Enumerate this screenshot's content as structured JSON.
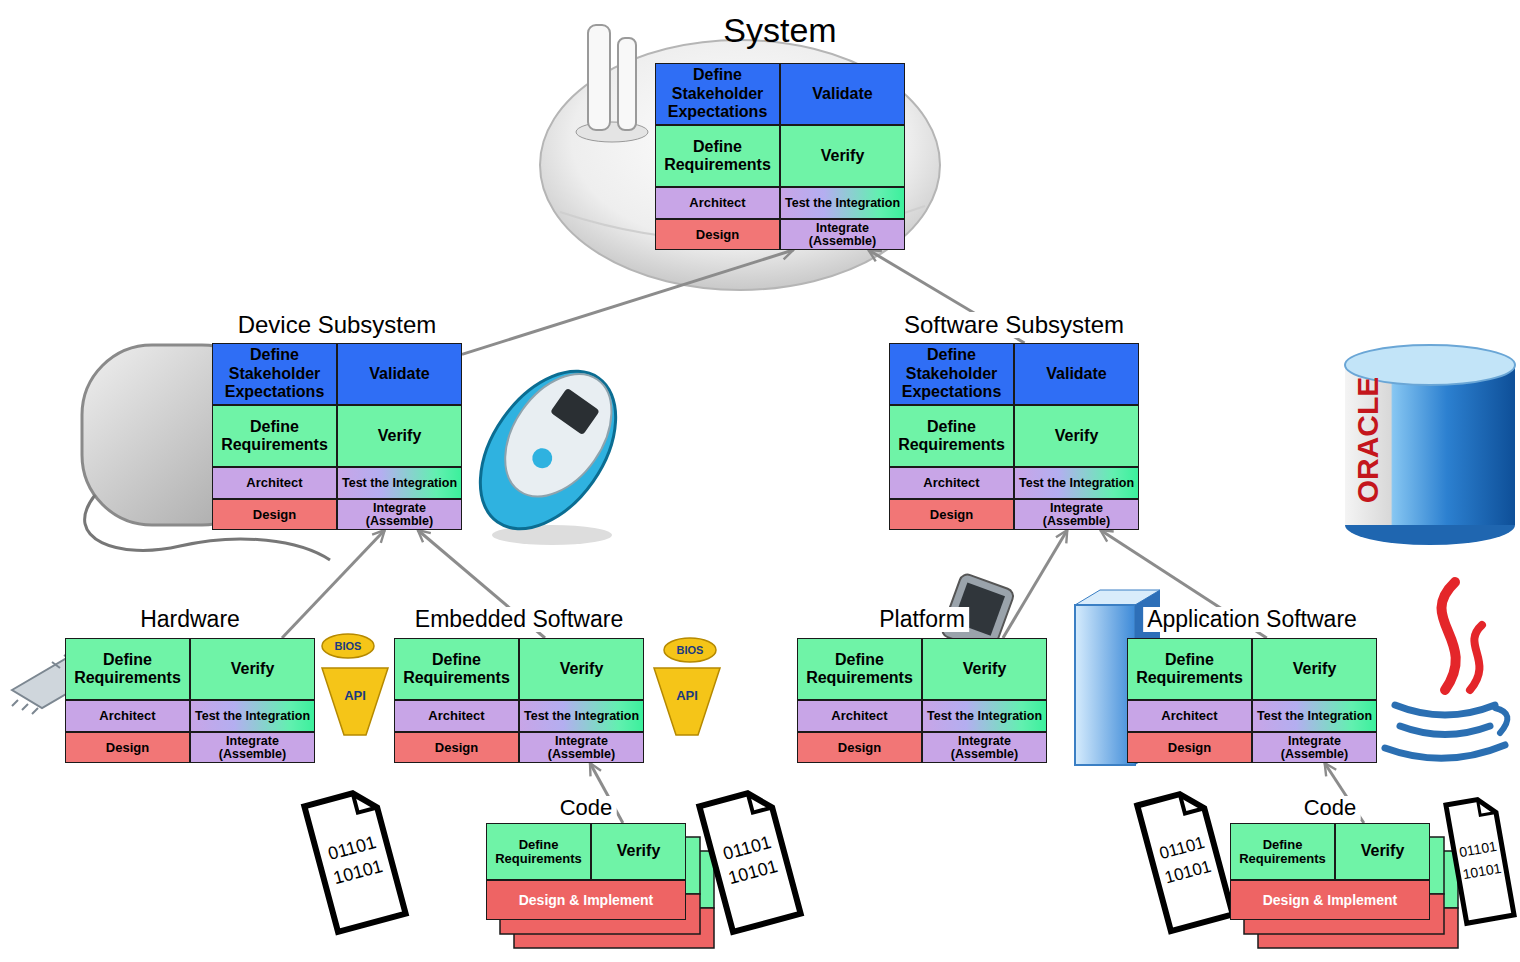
{
  "diagram": {
    "nodes": [
      {
        "text": [
          "System"
        ]
      },
      {
        "text": [
          "Define Stakeholder Expectations"
        ],
        "in": 0
      },
      {
        "text": [
          "Validate"
        ],
        "in": 0
      },
      {
        "text": [
          "Define Requirements"
        ],
        "in": 0
      },
      {
        "text": [
          "Verify"
        ],
        "in": 0
      },
      {
        "text": [
          "Architect"
        ],
        "in": 0
      },
      {
        "text": [
          "Test the Integration"
        ],
        "in": 0
      },
      {
        "text": [
          "Design"
        ],
        "in": 0
      },
      {
        "text": [
          "Integrate (Assemble)"
        ],
        "in": 0
      },
      {
        "text": [
          "Device Subsystem"
        ]
      },
      {
        "text": [
          "Define Stakeholder Expectations"
        ],
        "in": 9
      },
      {
        "text": [
          "Validate"
        ],
        "in": 9
      },
      {
        "text": [
          "Define Requirements"
        ],
        "in": 9
      },
      {
        "text": [
          "Verify"
        ],
        "in": 9
      },
      {
        "text": [
          "Architect"
        ],
        "in": 9
      },
      {
        "text": [
          "Test the Integration"
        ],
        "in": 9
      },
      {
        "text": [
          "Design"
        ],
        "in": 9
      },
      {
        "text": [
          "Integrate (Assemble)"
        ],
        "in": 9
      },
      {
        "text": [
          "Software Subsystem"
        ]
      },
      {
        "text": [
          "Define Stakeholder Expectations"
        ],
        "in": 18
      },
      {
        "text": [
          "Validate"
        ],
        "in": 18
      },
      {
        "text": [
          "Define Requirements"
        ],
        "in": 18
      },
      {
        "text": [
          "Verify"
        ],
        "in": 18
      },
      {
        "text": [
          "Architect"
        ],
        "in": 18
      },
      {
        "text": [
          "Test the Integration"
        ],
        "in": 18
      },
      {
        "text": [
          "Design"
        ],
        "in": 18
      },
      {
        "text": [
          "Integrate (Assemble)"
        ],
        "in": 18
      },
      {
        "text": [
          "Hardware"
        ]
      },
      {
        "text": [
          "Define Requirements"
        ],
        "in": 27
      },
      {
        "text": [
          "Verify"
        ],
        "in": 27
      },
      {
        "text": [
          "Architect"
        ],
        "in": 27
      },
      {
        "text": [
          "Test the Integration"
        ],
        "in": 27
      },
      {
        "text": [
          "Design"
        ],
        "in": 27
      },
      {
        "text": [
          "Integrate (Assemble)"
        ],
        "in": 27
      },
      {
        "text": [
          "Embedded Software"
        ]
      },
      {
        "text": [
          "Define Requirements"
        ],
        "in": 34
      },
      {
        "text": [
          "Verify"
        ],
        "in": 34
      },
      {
        "text": [
          "Architect"
        ],
        "in": 34
      },
      {
        "text": [
          "Test the Integration"
        ],
        "in": 34
      },
      {
        "text": [
          "Design"
        ],
        "in": 34
      },
      {
        "text": [
          "Integrate (Assemble)"
        ],
        "in": 34
      },
      {
        "text": [
          "Platform"
        ]
      },
      {
        "text": [
          "Define Requirements"
        ],
        "in": 41
      },
      {
        "text": [
          "Verify"
        ],
        "in": 41
      },
      {
        "text": [
          "Architect"
        ],
        "in": 41
      },
      {
        "text": [
          "Test the Integration"
        ],
        "in": 41
      },
      {
        "text": [
          "Design"
        ],
        "in": 41
      },
      {
        "text": [
          "Integrate (Assemble)"
        ],
        "in": 41
      },
      {
        "text": [
          "Application Software"
        ]
      },
      {
        "text": [
          "Define Requirements"
        ],
        "in": 48
      },
      {
        "text": [
          "Verify"
        ],
        "in": 48
      },
      {
        "text": [
          "Architect"
        ],
        "in": 48
      },
      {
        "text": [
          "Test the Integration"
        ],
        "in": 48
      },
      {
        "text": [
          "Design"
        ],
        "in": 48
      },
      {
        "text": [
          "Integrate (Assemble)"
        ],
        "in": 48
      },
      {
        "text": [
          "Code"
        ]
      },
      {
        "text": [
          "Define Requirements"
        ],
        "in": 55
      },
      {
        "text": [
          "Verify"
        ],
        "in": 55
      },
      {
        "text": [
          "Design & Implement"
        ],
        "in": 55
      },
      {
        "text": [
          "Code"
        ]
      },
      {
        "text": [
          "Define Requirements"
        ],
        "in": 59
      },
      {
        "text": [
          "Verify"
        ],
        "in": 59
      },
      {
        "text": [
          "Design & Implement"
        ],
        "in": 59
      }
    ],
    "edges": [
      {
        "from": 11,
        "to": 8,
        "arrow": "to"
      },
      {
        "from": 20,
        "to": 8,
        "arrow": "to"
      },
      {
        "from": 29,
        "to": 17,
        "arrow": "to"
      },
      {
        "from": 36,
        "to": 17,
        "arrow": "to"
      },
      {
        "from": 43,
        "to": 26,
        "arrow": "to"
      },
      {
        "from": 50,
        "to": 26,
        "arrow": "to"
      },
      {
        "from": 57,
        "to": 40,
        "arrow": "to"
      },
      {
        "from": 61,
        "to": 54,
        "arrow": "to"
      }
    ],
    "labels": [
      "01101",
      "10101",
      "01101",
      "10101",
      "01101",
      "10101",
      "01101",
      "10101",
      "ORACLE",
      "BIOS",
      "API",
      "BIOS",
      "API"
    ]
  }
}
